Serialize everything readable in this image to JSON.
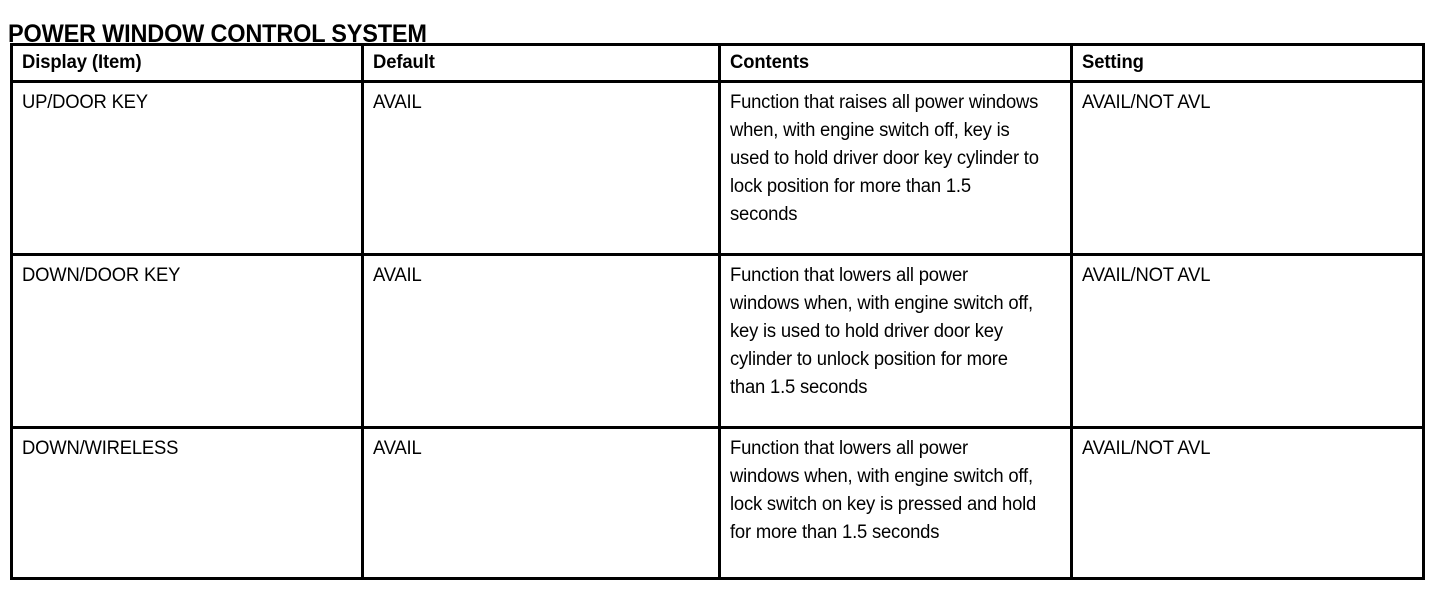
{
  "document": {
    "title": "POWER WINDOW CONTROL SYSTEM"
  },
  "table": {
    "columns": [
      {
        "key": "display",
        "label": "Display (Item)"
      },
      {
        "key": "default",
        "label": "Default"
      },
      {
        "key": "contents",
        "label": "Contents"
      },
      {
        "key": "setting",
        "label": "Setting"
      }
    ],
    "rows": [
      {
        "display": "UP/DOOR KEY",
        "default": "AVAIL",
        "contents": "Function that raises all power windows when, with engine switch off, key is used to hold driver door key cylinder to lock position for more than 1.5 seconds",
        "setting": "AVAIL/NOT AVL"
      },
      {
        "display": "DOWN/DOOR KEY",
        "default": "AVAIL",
        "contents": "Function that lowers all power windows when, with engine switch off, key is used to hold driver door key cylinder to unlock position for more than 1.5 seconds",
        "setting": "AVAIL/NOT AVL"
      },
      {
        "display": "DOWN/WIRELESS",
        "default": "AVAIL",
        "contents": "Function that lowers all power windows when, with engine switch off, lock switch on key is pressed and hold for more than 1.5 seconds",
        "setting": "AVAIL/NOT AVL"
      }
    ]
  },
  "colors": {
    "text": "#000000",
    "background": "#ffffff",
    "border": "#000000"
  }
}
